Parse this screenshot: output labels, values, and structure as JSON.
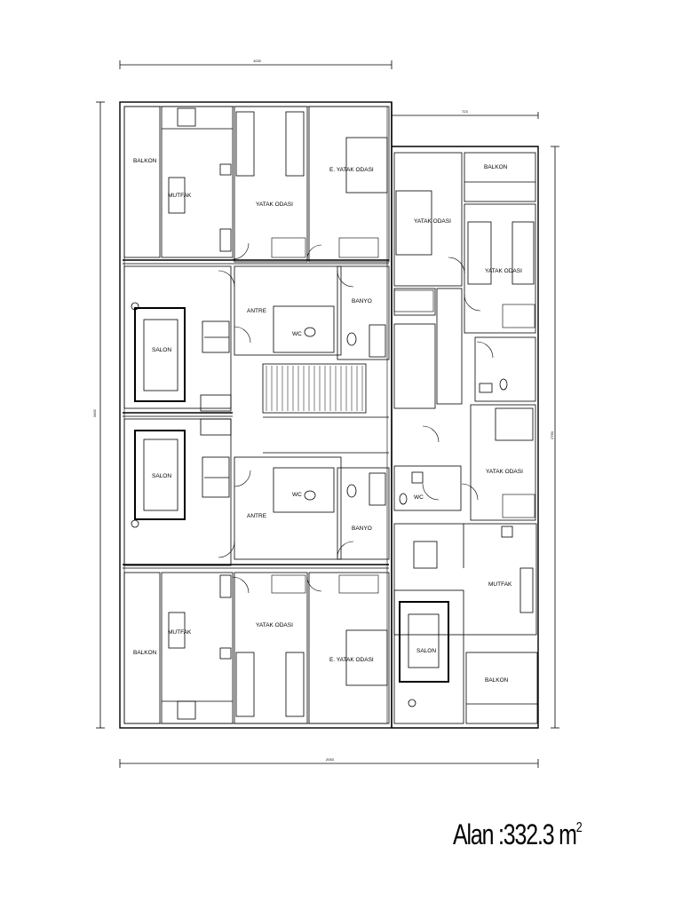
{
  "title": "",
  "area": {
    "label": "Alan :332.3 m",
    "unit_sup": "2"
  },
  "dimensions": {
    "top": "1020",
    "top_right": "723",
    "bottom": "2053",
    "left": "3462",
    "right": "2760"
  },
  "rooms": {
    "balkon_tl": "BALKON",
    "mutfak_tl": "MUTFAK",
    "yatak_tl": "YATAK ODASI",
    "e_yatak_tl": "E. YATAK ODASI",
    "antre_t": "ANTRE",
    "banyo_t": "BANYO",
    "wc_t": "WC",
    "salon_t": "SALON",
    "salon_b": "SALON",
    "antre_b": "ANTRE",
    "wc_b": "WC",
    "banyo_b": "BANYO",
    "balkon_bl": "BALKON",
    "mutfak_bl": "MUTFAK",
    "yatak_bl": "YATAK ODASI",
    "e_yatak_bl": "E. YATAK ODASI",
    "balkon_tr": "BALKON",
    "yatak_tr1": "YATAK ODASI",
    "yatak_tr2": "YATAK ODASI",
    "yatak_r": "YATAK ODASI",
    "wc_r": "WC",
    "mutfak_r": "MUTFAK",
    "salon_r": "SALON",
    "balkon_br": "BALKON"
  }
}
